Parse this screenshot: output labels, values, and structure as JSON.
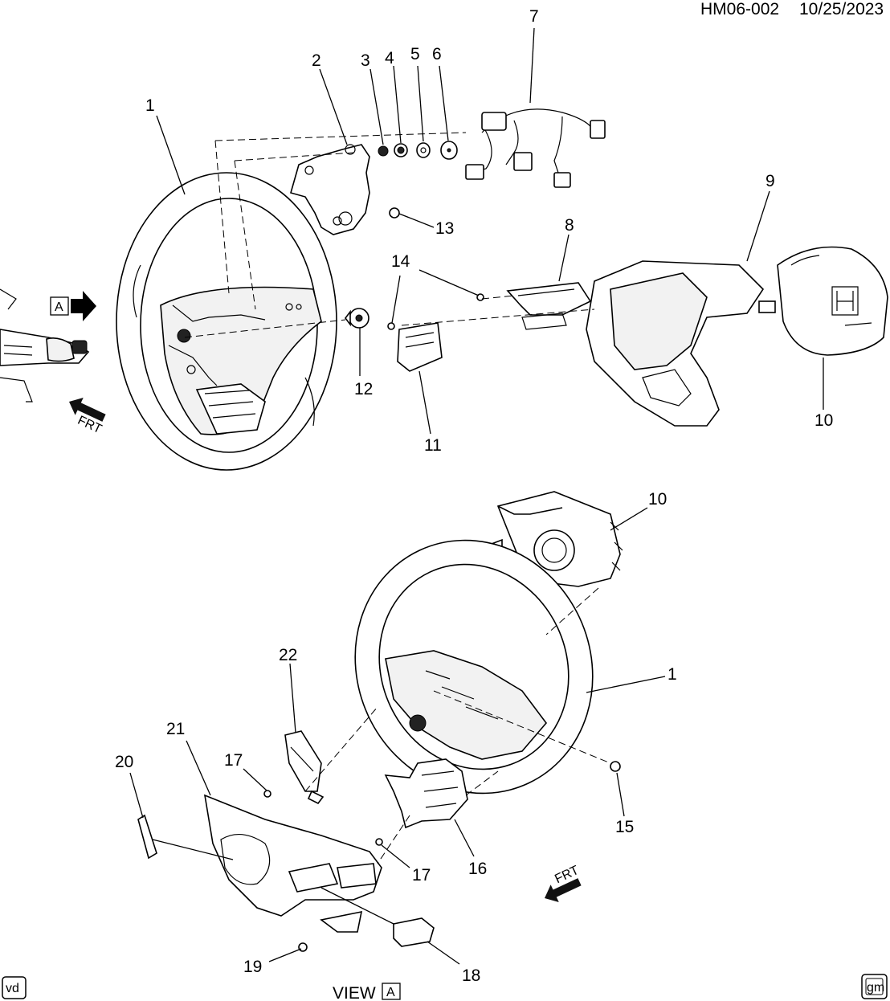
{
  "header": {
    "drawing_id": "HM06-002",
    "date": "10/25/2023"
  },
  "view_label": {
    "prefix": "VIEW",
    "letter": "A"
  },
  "view_marker_letter": "A",
  "frt_label": "FRT",
  "corner_badges": {
    "left": "vd",
    "right": "gm"
  },
  "callouts": [
    "1",
    "2",
    "3",
    "4",
    "5",
    "6",
    "7",
    "8",
    "9",
    "10",
    "11",
    "12",
    "13",
    "14",
    "10",
    "1",
    "22",
    "21",
    "20",
    "17",
    "15",
    "17",
    "16",
    "19",
    "18"
  ]
}
